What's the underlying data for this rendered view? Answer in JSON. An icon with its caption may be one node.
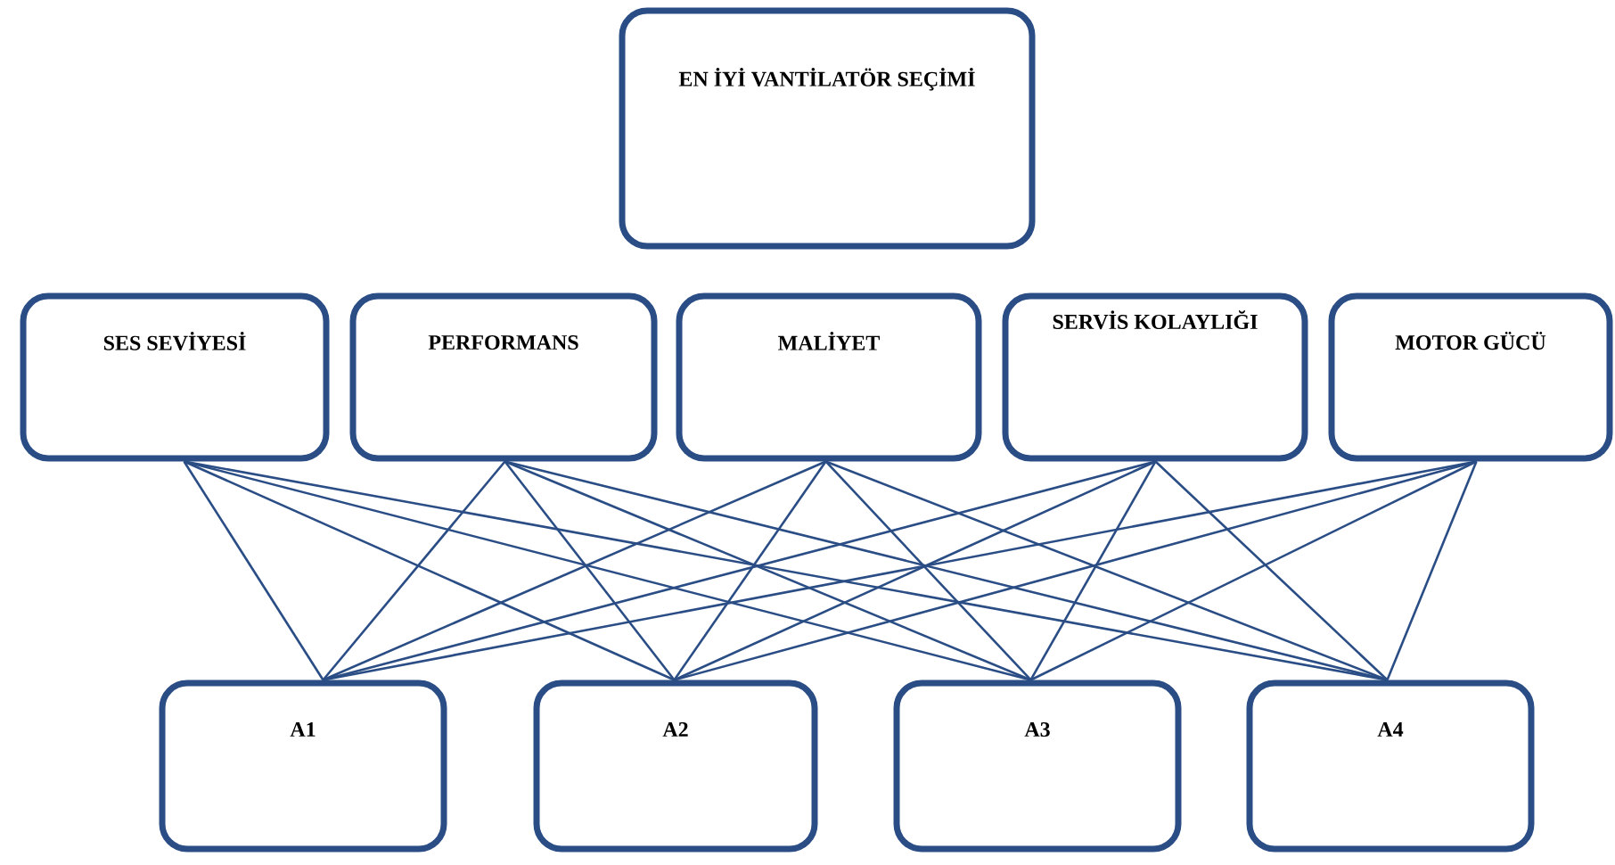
{
  "diagram": {
    "nodes": [
      {
        "text": [
          "EN İYİ VANTİLATÖR SEÇİMİ"
        ]
      },
      {
        "text": [
          "SES SEVİYESİ"
        ]
      },
      {
        "text": [
          "PERFORMANS"
        ]
      },
      {
        "text": [
          "MALİYET"
        ]
      },
      {
        "text": [
          "SERVİS KOLAYLIĞI"
        ]
      },
      {
        "text": [
          "MOTOR GÜCÜ"
        ]
      },
      {
        "text": [
          "A1"
        ]
      },
      {
        "text": [
          "A2"
        ]
      },
      {
        "text": [
          "A3"
        ]
      },
      {
        "text": [
          "A4"
        ]
      }
    ],
    "edges": [
      {
        "from": 1,
        "to": 6,
        "arrow": "none"
      },
      {
        "from": 1,
        "to": 7,
        "arrow": "none"
      },
      {
        "from": 1,
        "to": 8,
        "arrow": "none"
      },
      {
        "from": 1,
        "to": 9,
        "arrow": "none"
      },
      {
        "from": 2,
        "to": 6,
        "arrow": "none"
      },
      {
        "from": 2,
        "to": 7,
        "arrow": "none"
      },
      {
        "from": 2,
        "to": 8,
        "arrow": "none"
      },
      {
        "from": 2,
        "to": 9,
        "arrow": "none"
      },
      {
        "from": 3,
        "to": 6,
        "arrow": "none"
      },
      {
        "from": 3,
        "to": 7,
        "arrow": "none"
      },
      {
        "from": 3,
        "to": 8,
        "arrow": "none"
      },
      {
        "from": 3,
        "to": 9,
        "arrow": "none"
      },
      {
        "from": 4,
        "to": 6,
        "arrow": "none"
      },
      {
        "from": 4,
        "to": 7,
        "arrow": "none"
      },
      {
        "from": 4,
        "to": 8,
        "arrow": "none"
      },
      {
        "from": 4,
        "to": 9,
        "arrow": "none"
      },
      {
        "from": 5,
        "to": 6,
        "arrow": "none"
      },
      {
        "from": 5,
        "to": 7,
        "arrow": "none"
      },
      {
        "from": 5,
        "to": 8,
        "arrow": "none"
      },
      {
        "from": 5,
        "to": 9,
        "arrow": "none"
      }
    ]
  }
}
